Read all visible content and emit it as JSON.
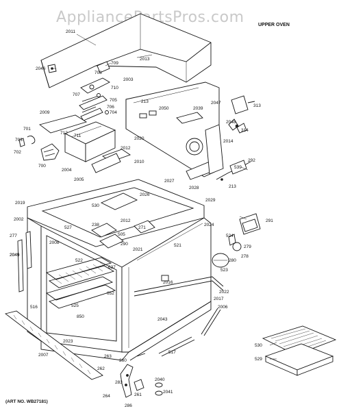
{
  "watermark": "AppliancePartsPros.com",
  "header": "UPPER OVEN",
  "art_number": "(ART NO. WB27181)",
  "part_labels": {
    "p2011": "2011",
    "p2013": "2013",
    "p2046": "2046",
    "p709": "709",
    "p705": "705",
    "p708": "708",
    "p710": "710",
    "p707": "707",
    "p706": "706",
    "p704": "704",
    "p2003": "2003",
    "p2009": "2009",
    "p711": "711",
    "p712": "712",
    "p701": "701",
    "p703": "703",
    "p702": "702",
    "p700": "700",
    "p2004": "2004",
    "p2005": "2005",
    "p2020": "2020",
    "p2010": "2010",
    "p2012": "2012",
    "p2050": "2050",
    "p2039": "2039",
    "p2047": "2047",
    "p313": "313",
    "p2048": "2048",
    "p314": "314",
    "p2014": "2014",
    "p292": "292",
    "p539": "539",
    "p213": "213",
    "p2027": "2027",
    "p2028": "2028",
    "p2026": "2026",
    "p2029": "2029",
    "p530": "530",
    "p2012b": "2012",
    "p271": "271",
    "p2024": "2024",
    "p2019": "2019",
    "p2002": "2002",
    "p527": "527",
    "p238": "238",
    "p505": "505",
    "p2021": "2021",
    "p521": "521",
    "p290": "290",
    "p291": "291",
    "p278": "278",
    "p524": "524",
    "p279": "279",
    "p280": "280",
    "p523": "523",
    "p277": "277",
    "p2049": "2049",
    "p2008": "2008",
    "p522": "522",
    "p637": "637",
    "p2045": "2045",
    "p2016": "2016",
    "p2017": "2017",
    "p2022": "2022",
    "p2006": "2006",
    "p525": "525",
    "p516": "516",
    "p850": "850",
    "p2043": "2043",
    "p652": "652",
    "p517": "517",
    "p2023": "2023",
    "p2007": "2007",
    "p261": "261",
    "p260": "260",
    "p262": "262",
    "p263": "263",
    "p264": "264",
    "p286": "286",
    "p2040": "2040",
    "p2041": "2041",
    "p283": "283",
    "p530b": "530",
    "p529": "529"
  }
}
